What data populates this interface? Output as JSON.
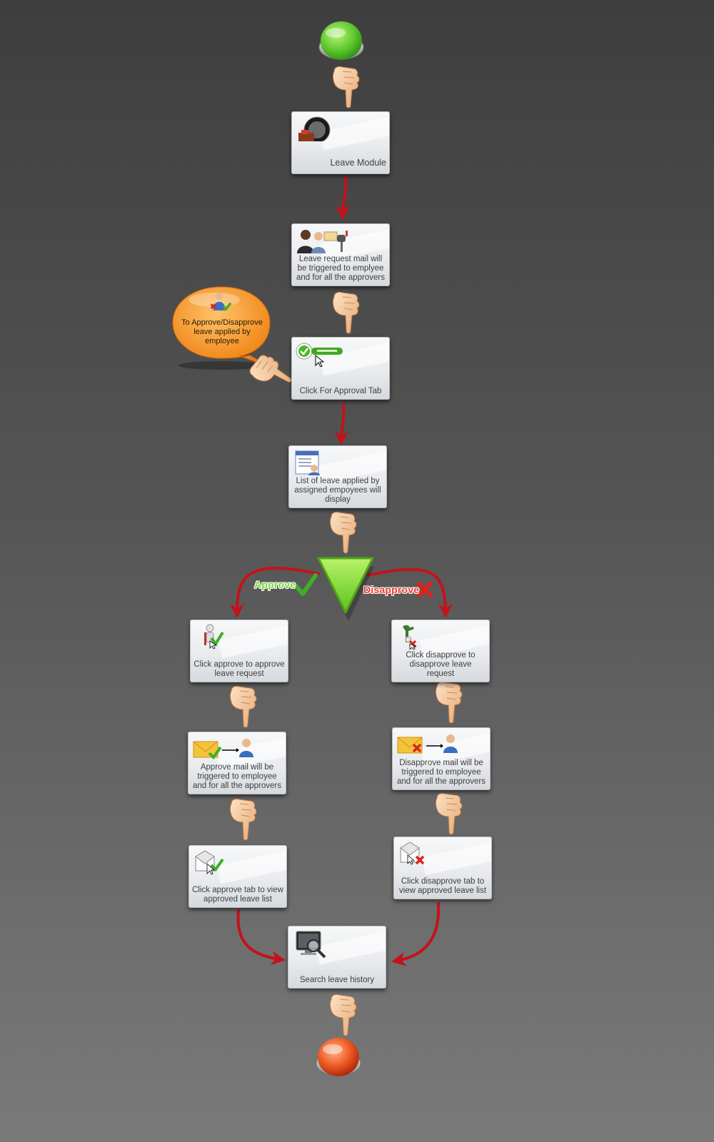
{
  "nodes": {
    "leave_module": {
      "label": "Leave Module",
      "icon": "time-to-leave-icon"
    },
    "request_mail": {
      "label": "Leave request mail will be triggered to emplyee and for all the approvers",
      "icon": "people-mail-icon"
    },
    "approval_tab": {
      "label": "Click For Approval Tab",
      "icon": "approved-button-icon"
    },
    "leave_list": {
      "label": "List of leave applied by assigned empoyees will display",
      "icon": "list-document-icon"
    },
    "click_approve": {
      "label": "Click approve to approve leave request",
      "icon": "approve-figure-icon"
    },
    "click_disapprove": {
      "label": "Click disapprove to disapprove leave request",
      "icon": "disapprove-figure-icon"
    },
    "approve_mail": {
      "label": "Approve mail will be triggered to employee and for all the approvers",
      "icon": "approve-mail-icon"
    },
    "disapprove_mail": {
      "label": "Disapprove mail will be triggered to employee and for all the approvers",
      "icon": "disapprove-mail-icon"
    },
    "approve_tab": {
      "label": "Click approve tab to view approved leave list",
      "icon": "approved-envelope-icon"
    },
    "disapprove_tab": {
      "label": "Click disapprove tab to view approved leave list",
      "icon": "disapproved-envelope-icon"
    },
    "search_history": {
      "label": "Search leave history",
      "icon": "search-monitor-icon"
    }
  },
  "decision": {
    "approve_label": "Approve",
    "disapprove_label": "Disapprove"
  },
  "callout": {
    "text": "To Approve/Disapprove leave applied by employee"
  },
  "colors": {
    "start": "#5cc72a",
    "end": "#e2461a",
    "decision": "#8de63a",
    "arrow": "#c4121a",
    "callout": "#f08d14",
    "approve_text": "#6fd12c",
    "disapprove_text": "#e8302a"
  }
}
